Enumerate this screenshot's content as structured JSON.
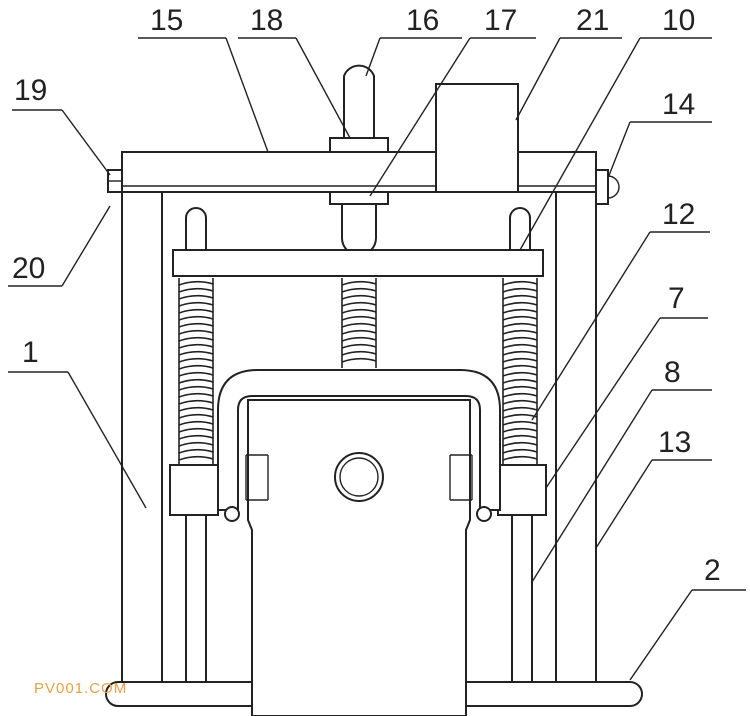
{
  "labels": {
    "l1": "1",
    "l2": "2",
    "l7": "7",
    "l8": "8",
    "l10": "10",
    "l12": "12",
    "l13": "13",
    "l14": "14",
    "l15": "15",
    "l16": "16",
    "l17": "17",
    "l18": "18",
    "l19": "19",
    "l20": "20",
    "l21": "21"
  },
  "watermark": "PV001.COM"
}
